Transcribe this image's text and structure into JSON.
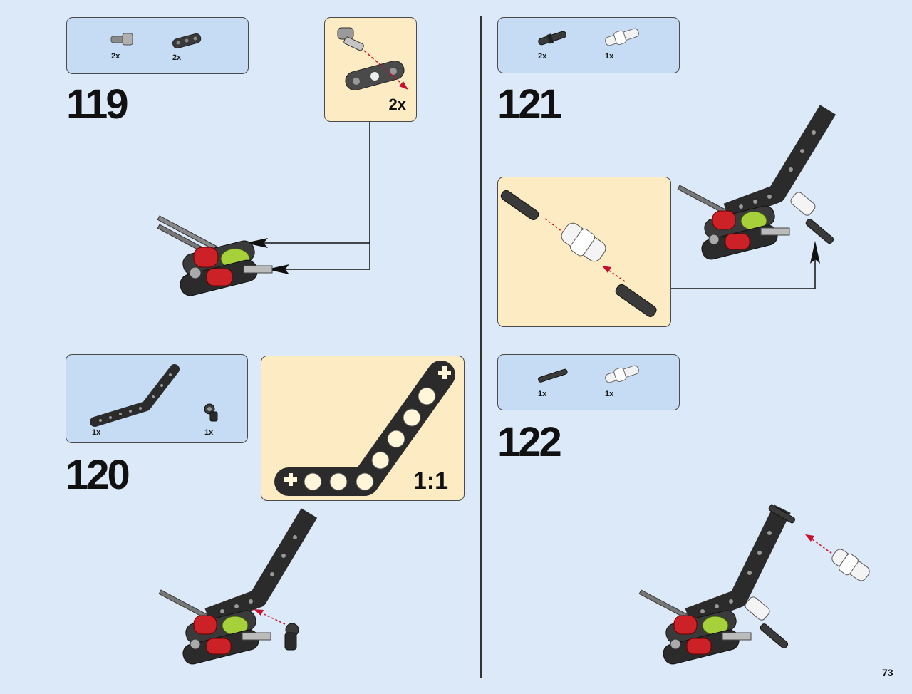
{
  "page_number": "73",
  "steps": [
    {
      "number": "119",
      "parts": [
        {
          "name": "axle-pin-grey",
          "qty": "2x"
        },
        {
          "name": "beam-3-black",
          "qty": "2x"
        }
      ],
      "callout_multiplier": "2x"
    },
    {
      "number": "120",
      "parts": [
        {
          "name": "bent-beam-black",
          "qty": "1x"
        },
        {
          "name": "connector-black",
          "qty": "1x"
        }
      ],
      "callout_scale": "1:1"
    },
    {
      "number": "121",
      "parts": [
        {
          "name": "axle-pin-black",
          "qty": "2x"
        },
        {
          "name": "connector-white",
          "qty": "1x"
        }
      ]
    },
    {
      "number": "122",
      "parts": [
        {
          "name": "axle-black",
          "qty": "1x"
        },
        {
          "name": "connector-white",
          "qty": "1x"
        }
      ]
    }
  ],
  "colors": {
    "background": "#dce9f8",
    "parts_box": "#c6dcf4",
    "callout": "#fdebc3",
    "arrow_red": "#c8102e",
    "beam_black": "#2b2b2b",
    "lime": "#a6d13a",
    "red_part": "#cc2127"
  }
}
